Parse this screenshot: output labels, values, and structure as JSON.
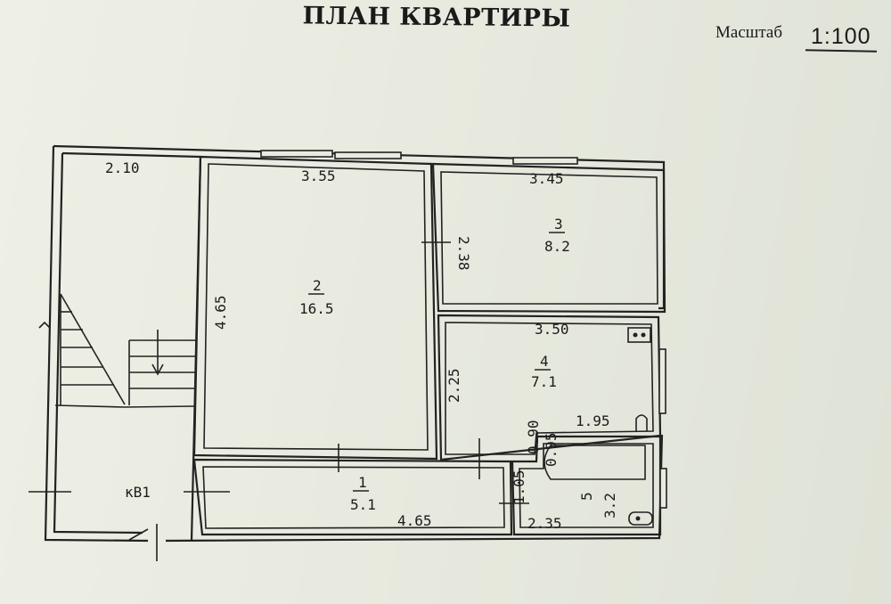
{
  "header": {
    "title": "ПЛАН КВАРТИРЫ",
    "scale_label": "Масштаб",
    "scale_value": "1:100"
  },
  "plan": {
    "dimensions": {
      "left_top": "2.10",
      "room2_width": "3.55",
      "room2_height": "4.65",
      "room3_width": "3.45",
      "room3_height": "2.38",
      "room4_width": "3.50",
      "room4_height": "2.25",
      "room4_bottom": "1.95",
      "room1_width": "4.65",
      "room5_height": "1.05",
      "room5_width": "2.35",
      "small_a": "0.90",
      "small_b": "0.95"
    },
    "rooms": [
      {
        "number": "1",
        "area": "5.1"
      },
      {
        "number": "2",
        "area": "16.5"
      },
      {
        "number": "3",
        "area": "8.2"
      },
      {
        "number": "4",
        "area": "7.1"
      },
      {
        "number": "5",
        "area": "3.2"
      }
    ],
    "stair_label": "кВ1"
  }
}
